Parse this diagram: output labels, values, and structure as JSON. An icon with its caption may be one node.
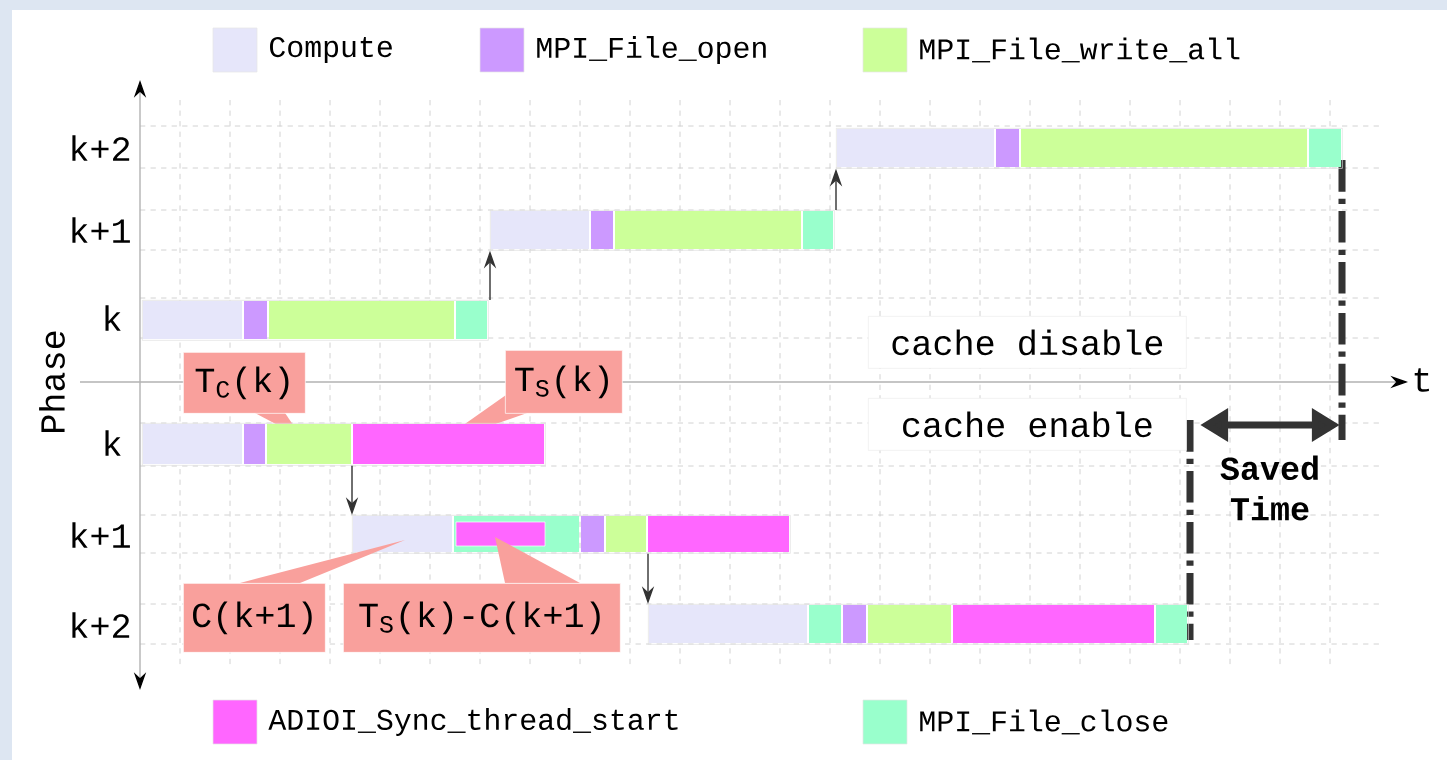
{
  "diagram": {
    "nodes": [
      {
        "text": [],
        "shape": "bar"
      },
      {
        "text": [],
        "shape": "bar"
      },
      {
        "text": [],
        "shape": "bar"
      },
      {
        "text": [
          "cache disable"
        ]
      },
      {
        "text": [
          "T$_{C}$(k)"
        ]
      },
      {
        "text": [
          "T$_{S}$(k)"
        ]
      },
      {
        "text": [
          "cache enable"
        ]
      },
      {
        "text": [],
        "shape": "bar"
      },
      {
        "text": [],
        "shape": "bar"
      },
      {
        "text": [
          "C(k+1)"
        ]
      },
      {
        "text": [
          "T$_{S}$(k)-C(k+1)"
        ]
      },
      {
        "text": [],
        "shape": "bar"
      }
    ],
    "edges": [
      {
        "from": 2,
        "to": 1,
        "arrow": "to"
      },
      {
        "from": 1,
        "to": 0,
        "arrow": "to"
      },
      {
        "from": 7,
        "to": 8,
        "arrow": "to"
      },
      {
        "from": 8,
        "to": 11,
        "arrow": "to"
      }
    ],
    "labels": [
      "k+2",
      "k+1",
      "k",
      "Phase",
      "t",
      "k",
      "k+1",
      "k+2",
      "Saved Time"
    ],
    "legend": [
      {
        "text": "Compute",
        "color": "#e6e6fa"
      },
      {
        "text": "MPI_File_open",
        "color": "#cc99ff"
      },
      {
        "text": "MPI_File_write_all",
        "color": "#ccff99"
      },
      {
        "text": "ADIOI_Sync_thread_start",
        "color": "#ff66ff"
      },
      {
        "text": "MPI_File_close",
        "color": "#99ffcc"
      }
    ]
  }
}
